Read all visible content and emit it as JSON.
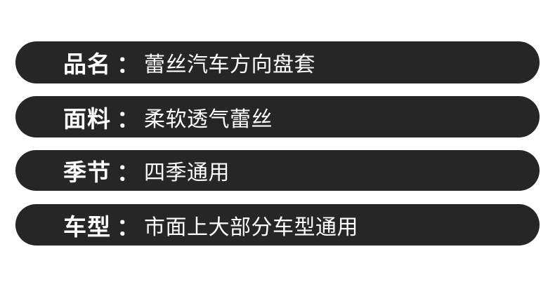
{
  "specs": [
    {
      "label": "品名",
      "separator": "：",
      "value": "蕾丝汽车方向盘套"
    },
    {
      "label": "面料",
      "separator": "：",
      "value": "柔软透气蕾丝"
    },
    {
      "label": "季节",
      "separator": "：",
      "value": "四季通用"
    },
    {
      "label": "车型",
      "separator": "：",
      "value": "市面上大部分车型通用"
    }
  ]
}
